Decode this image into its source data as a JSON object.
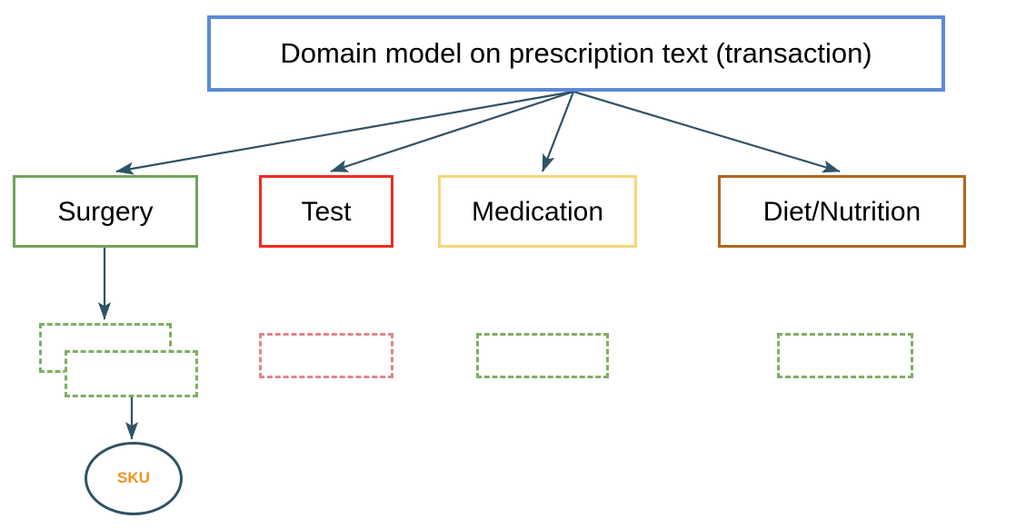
{
  "diagram": {
    "title": "Domain model on prescription text (transaction)",
    "root": {
      "id": "root",
      "label": "Domain model on prescription text (transaction)",
      "border_color": "#5b8ad8"
    },
    "categories": [
      {
        "id": "surgery",
        "label": "Surgery",
        "border_color": "#70a35a"
      },
      {
        "id": "test",
        "label": "Test",
        "border_color": "#f22b20"
      },
      {
        "id": "med",
        "label": "Medication",
        "border_color": "#f5d67a"
      },
      {
        "id": "diet",
        "label": "Diet/Nutrition",
        "border_color": "#b3651e"
      }
    ],
    "placeholders": [
      {
        "id": "surgery-a",
        "label": "",
        "border_color": "#7fae63",
        "style": "dashed",
        "under": "surgery"
      },
      {
        "id": "surgery-b",
        "label": "",
        "border_color": "#7fae63",
        "style": "dashed",
        "under": "surgery"
      },
      {
        "id": "test-a",
        "label": "",
        "border_color": "#e0868a",
        "style": "dashed",
        "under": "test"
      },
      {
        "id": "med-a",
        "label": "",
        "border_color": "#7fae63",
        "style": "dashed",
        "under": "med"
      },
      {
        "id": "diet-a",
        "label": "",
        "border_color": "#7fae63",
        "style": "dashed",
        "under": "diet"
      }
    ],
    "leaf": {
      "id": "sku",
      "label": "SKU",
      "shape": "ellipse",
      "border_color": "#2f5364",
      "text_color": "#f5921e"
    },
    "edges": [
      {
        "from": "root",
        "to": "surgery",
        "arrow": true
      },
      {
        "from": "root",
        "to": "test",
        "arrow": true
      },
      {
        "from": "root",
        "to": "med",
        "arrow": true
      },
      {
        "from": "root",
        "to": "diet",
        "arrow": true
      },
      {
        "from": "surgery",
        "to": "surgery-a",
        "arrow": true
      },
      {
        "from": "surgery-b",
        "to": "sku",
        "arrow": true
      }
    ],
    "edge_color": "#2f5364"
  }
}
